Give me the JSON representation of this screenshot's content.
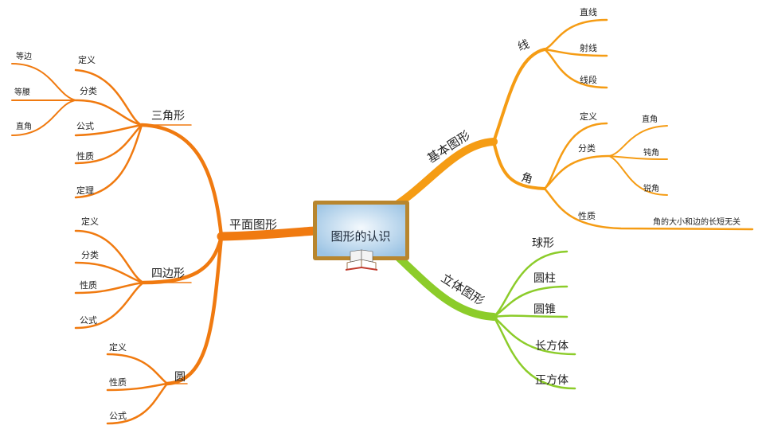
{
  "root": {
    "label": "图形的认识"
  },
  "plane": {
    "label": "平面图形",
    "triangle": {
      "label": "三角形",
      "definition": "定义",
      "classification": {
        "label": "分类",
        "types": [
          "等边",
          "等腰",
          "直角"
        ]
      },
      "formula": "公式",
      "property": "性质",
      "theorem": "定理"
    },
    "quadrilateral": {
      "label": "四边形",
      "items": [
        "定义",
        "分类",
        "性质",
        "公式"
      ]
    },
    "circle": {
      "label": "圆",
      "items": [
        "定义",
        "性质",
        "公式"
      ]
    }
  },
  "basic": {
    "label": "基本图形",
    "line": {
      "label": "线",
      "items": [
        "直线",
        "射线",
        "线段"
      ]
    },
    "angle": {
      "label": "角",
      "definition": "定义",
      "classification": {
        "label": "分类",
        "types": [
          "直角",
          "钝角",
          "锐角"
        ]
      },
      "property": {
        "label": "性质",
        "note": "角的大小和边的长短无关"
      }
    }
  },
  "solid": {
    "label": "立体图形",
    "items": [
      "球形",
      "圆柱",
      "圆锥",
      "长方体",
      "正方体"
    ]
  },
  "colors": {
    "plane": "#f07a10",
    "basic": "#f59c14",
    "solid": "#8ccc2a",
    "board_frame": "#b8862e",
    "board_face": "#bcd8ee"
  }
}
